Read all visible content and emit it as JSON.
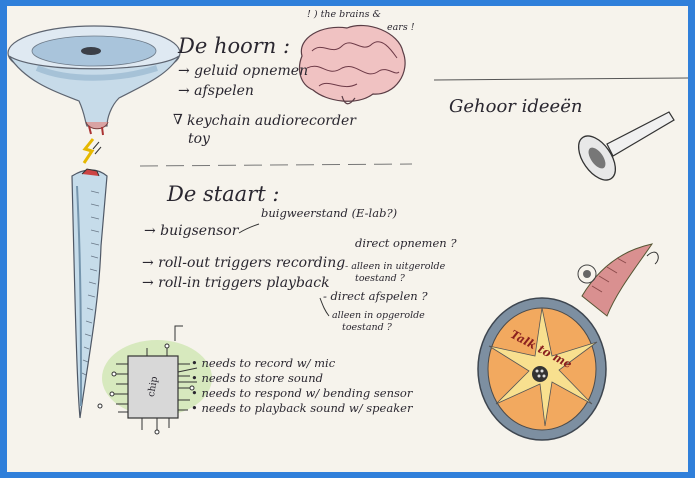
{
  "horn_section": {
    "title": "De hoorn :",
    "items": [
      "→ geluid opnemen",
      "→ afspelen"
    ],
    "note_line1": "keychain audiorecorder",
    "note_line2": "toy"
  },
  "brain_note": {
    "line1": "! ) the brains &",
    "line2": "ears !"
  },
  "ideas_title": "Gehoor ideeën",
  "tail_section": {
    "title": "De staart :",
    "bend_sensor": "→ buigsensor",
    "bend_resistance": "buigweerstand (E-lab?)",
    "rollout": "→ roll-out triggers recording",
    "rollin": "→ roll-in triggers playback",
    "direct_record": "direct opnemen ?",
    "only_unrolled_1": "- alleen in uitgerolde",
    "only_unrolled_2": "toestand ?",
    "direct_play": "- direct afspelen ?",
    "only_rolled_1": "alleen in opgerolde",
    "only_rolled_2": "toestand ?"
  },
  "requirements": [
    "• needs to record w/ mic",
    "• needs to store sound",
    "• needs to respond w/ bending sensor",
    "• needs to playback sound w/ speaker"
  ],
  "chip_label": "chip",
  "speaker_label": "Talk to me"
}
